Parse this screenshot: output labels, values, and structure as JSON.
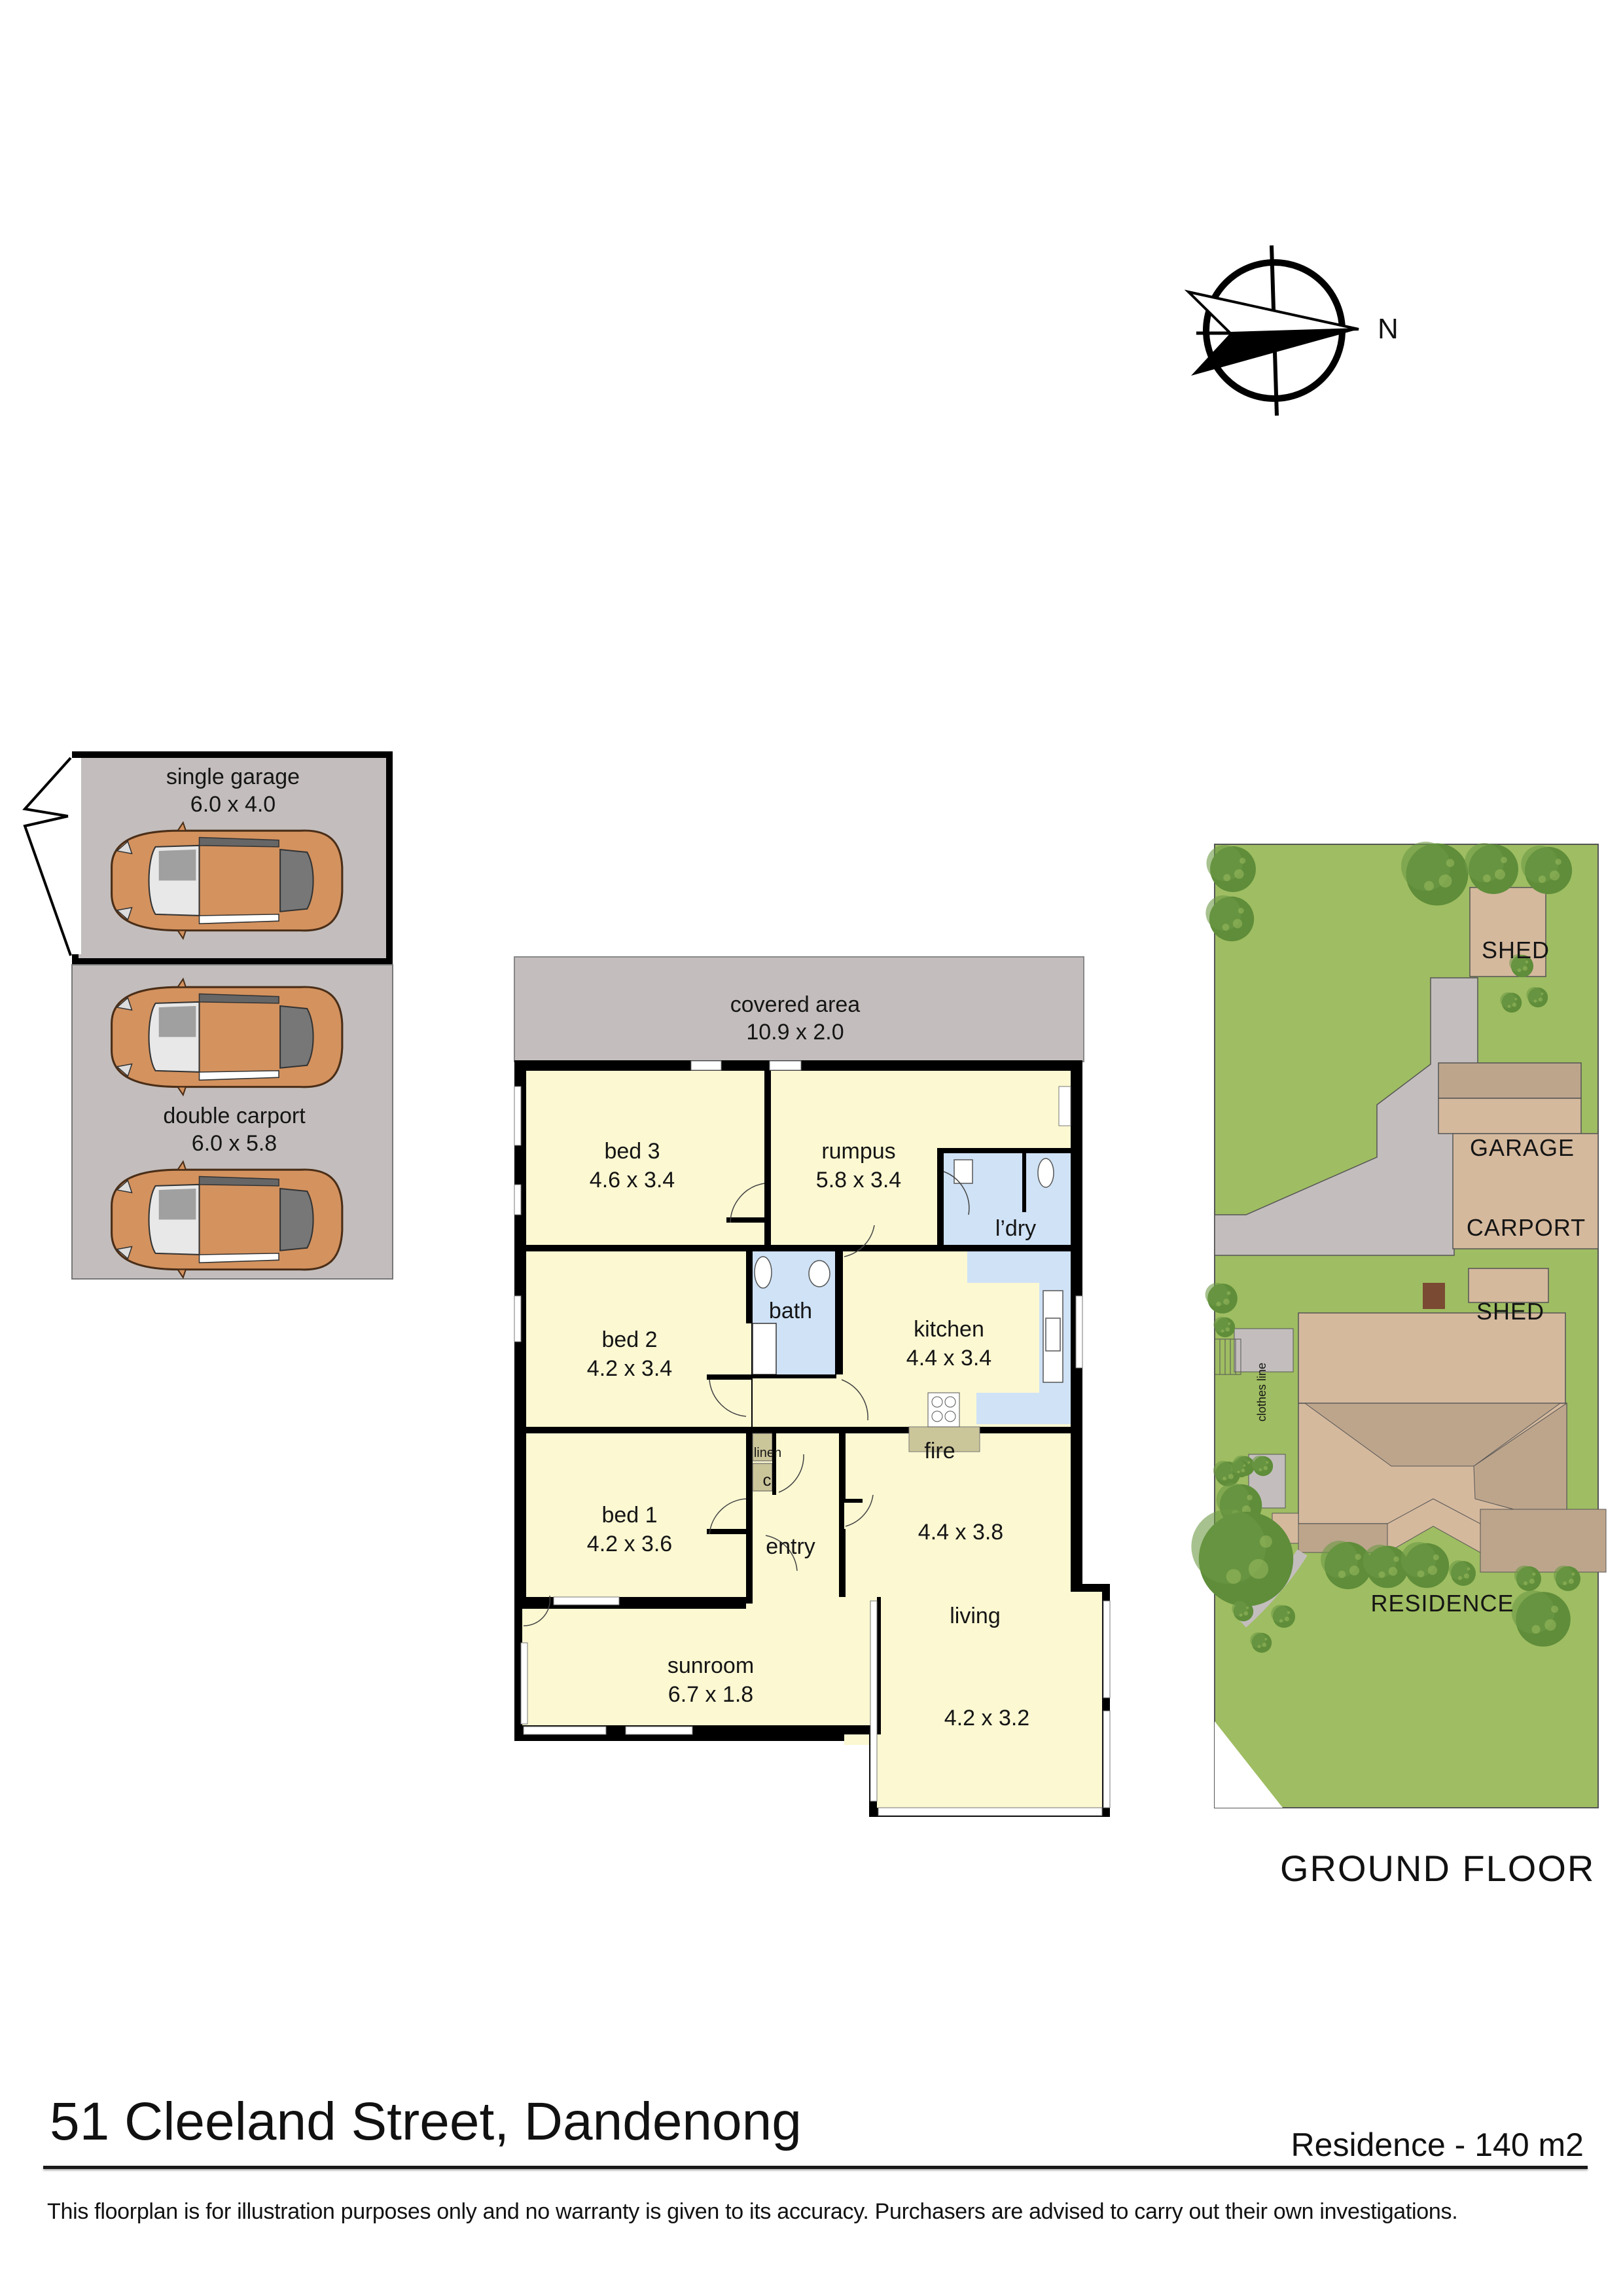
{
  "document": {
    "address": "51 Cleeland Street, Dandenong",
    "residence_area": "Residence - 140 m2",
    "disclaimer": "This floorplan is for illustration purposes only and no warranty is given to its accuracy. Purchasers are advised to carry out their own investigations.",
    "floor_label": "GROUND FLOOR"
  },
  "compass": {
    "icon": "north-arrow-icon",
    "label": "N"
  },
  "outbuildings": {
    "garage": {
      "name": "single garage",
      "size": "6.0 x 4.0"
    },
    "carport": {
      "name": "double carport",
      "size": "6.0 x 5.8"
    },
    "car_icon": "car-topview-icon"
  },
  "rooms": {
    "covered_area": {
      "name": "covered area",
      "size": "10.9 x 2.0"
    },
    "bed3": {
      "name": "bed 3",
      "size": "4.6 x 3.4"
    },
    "rumpus": {
      "name": "rumpus",
      "size": "5.8 x 3.4"
    },
    "laundry": {
      "name": "l’dry"
    },
    "bed2": {
      "name": "bed 2",
      "size": "4.2 x 3.4"
    },
    "bath": {
      "name": "bath"
    },
    "kitchen": {
      "name": "kitchen",
      "size": "4.4 x 3.4"
    },
    "linen": {
      "name": "linen"
    },
    "cupboard": {
      "name": "c"
    },
    "fire": {
      "name": "fire"
    },
    "bed1": {
      "name": "bed 1",
      "size": "4.2 x 3.6"
    },
    "entry": {
      "name": "entry"
    },
    "living": {
      "name": "living",
      "size_upper": "4.4 x 3.8",
      "size_lower": "4.2 x 3.2"
    },
    "sunroom": {
      "name": "sunroom",
      "size": "6.7 x 1.8"
    }
  },
  "site_plan": {
    "shed_top": "SHED",
    "garage": "GARAGE",
    "carport": "CARPORT",
    "shed_mid": "SHED",
    "clothes_line": "clothes line",
    "residence": "RESIDENCE"
  },
  "colors": {
    "room_fill": "#fbf8d2",
    "wet_area_fill": "#cfe2f6",
    "covered_fill": "#c3bebd",
    "wall": "#000000",
    "joinery_fill": "#cbc59a",
    "car_body": "#d4925e",
    "lawn": "#9fbd62",
    "tree": "#5f8d3a",
    "roof_light": "#d5b99d",
    "roof_dark": "#bda58c",
    "paving": "#c3bebd"
  }
}
